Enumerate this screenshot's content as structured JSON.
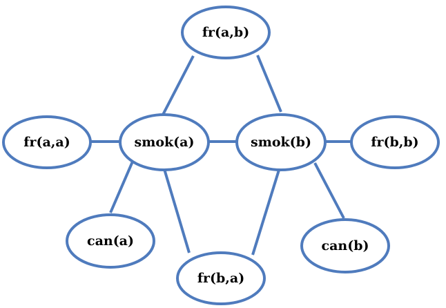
{
  "colors": {
    "stroke": "#4f7bbd",
    "text": "#000000",
    "fill": "#ffffff"
  },
  "nodes": [
    {
      "id": "fr_ab",
      "label": "fr(a,b)"
    },
    {
      "id": "fr_aa",
      "label": "fr(a,a)"
    },
    {
      "id": "smok_a",
      "label": "smok(a)"
    },
    {
      "id": "smok_b",
      "label": "smok(b)"
    },
    {
      "id": "fr_bb",
      "label": "fr(b,b)"
    },
    {
      "id": "can_a",
      "label": "can(a)"
    },
    {
      "id": "can_b",
      "label": "can(b)"
    },
    {
      "id": "fr_ba",
      "label": "fr(b,a)"
    }
  ],
  "edges": [
    {
      "from": "fr_ab",
      "to": "smok_a"
    },
    {
      "from": "fr_ab",
      "to": "smok_b"
    },
    {
      "from": "fr_aa",
      "to": "smok_a"
    },
    {
      "from": "smok_a",
      "to": "smok_b"
    },
    {
      "from": "smok_b",
      "to": "fr_bb"
    },
    {
      "from": "smok_a",
      "to": "can_a"
    },
    {
      "from": "smok_a",
      "to": "fr_ba"
    },
    {
      "from": "smok_b",
      "to": "fr_ba"
    },
    {
      "from": "smok_b",
      "to": "can_b"
    }
  ]
}
